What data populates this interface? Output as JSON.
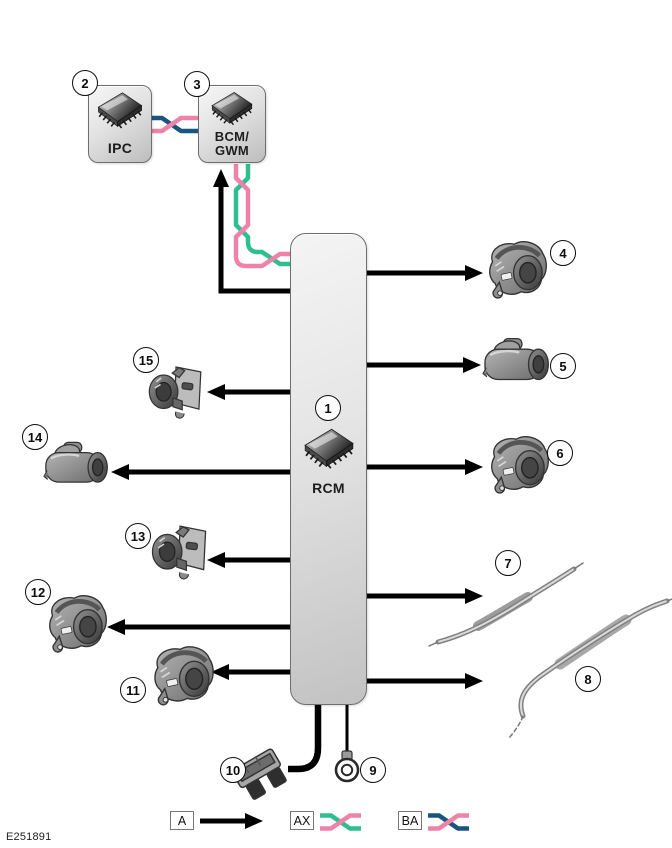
{
  "figure_id": "E251891",
  "modules": {
    "ipc": {
      "label": "IPC"
    },
    "bcm_gwm": {
      "label_line1": "BCM/",
      "label_line2": "GWM"
    },
    "rcm": {
      "label": "RCM"
    }
  },
  "callouts": [
    "1",
    "2",
    "3",
    "4",
    "5",
    "6",
    "7",
    "8",
    "9",
    "10",
    "11",
    "12",
    "13",
    "14",
    "15"
  ],
  "legend": {
    "arrow_label": "A",
    "twisted_pair_green_pink_label": "AX",
    "twisted_pair_blue_pink_label": "BA"
  },
  "colors": {
    "pink": "#ee82a8",
    "green": "#2fbe90",
    "blue": "#1c5480",
    "black": "#000000"
  }
}
